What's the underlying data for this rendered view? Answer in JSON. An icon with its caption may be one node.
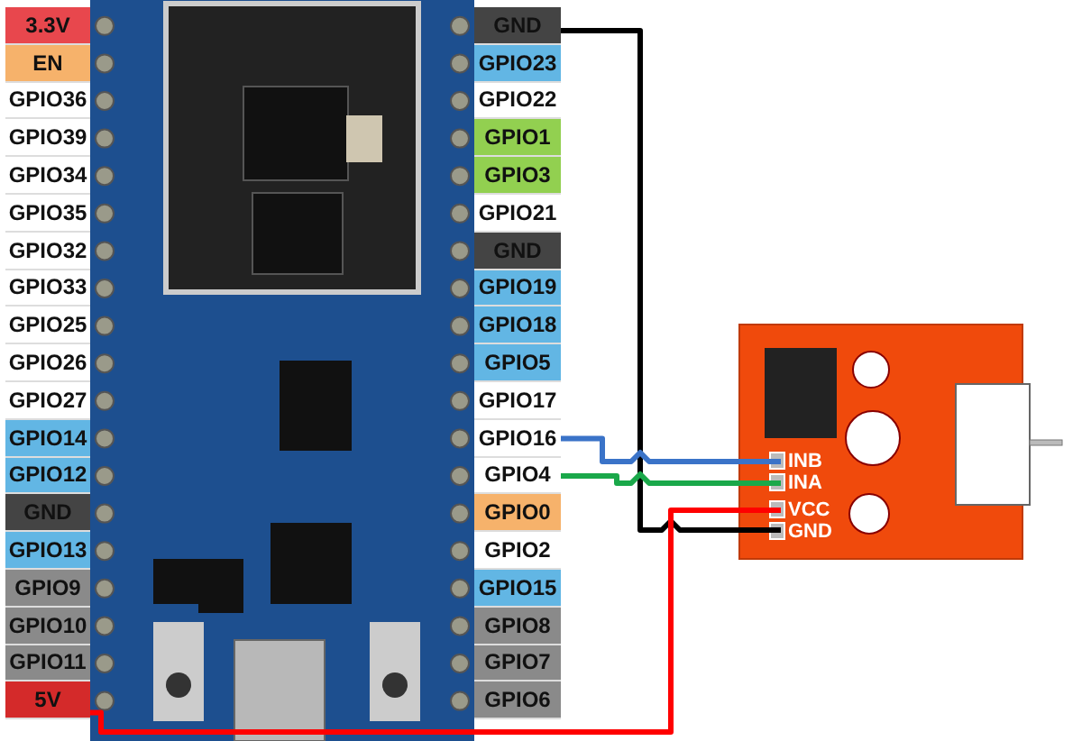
{
  "diagram": {
    "nodes": [
      {
        "text": [
          "3.3V"
        ]
      },
      {
        "text": [
          "EN"
        ]
      },
      {
        "text": [
          "GPIO36"
        ]
      },
      {
        "text": [
          "GPIO39"
        ]
      },
      {
        "text": [
          "GPIO34"
        ]
      },
      {
        "text": [
          "GPIO35"
        ]
      },
      {
        "text": [
          "GPIO32"
        ]
      },
      {
        "text": [
          "GPIO33"
        ]
      },
      {
        "text": [
          "GPIO25"
        ]
      },
      {
        "text": [
          "GPIO26"
        ]
      },
      {
        "text": [
          "GPIO27"
        ]
      },
      {
        "text": [
          "GPIO14"
        ]
      },
      {
        "text": [
          "GPIO12"
        ]
      },
      {
        "text": [
          "GND"
        ]
      },
      {
        "text": [
          "GPIO13"
        ]
      },
      {
        "text": [
          "GPIO9"
        ]
      },
      {
        "text": [
          "GPIO10"
        ]
      },
      {
        "text": [
          "GPIO11"
        ]
      },
      {
        "text": [
          "5V"
        ]
      },
      {
        "text": [
          "GND"
        ]
      },
      {
        "text": [
          "GPIO23"
        ]
      },
      {
        "text": [
          "GPIO22"
        ]
      },
      {
        "text": [
          "GPIO1"
        ]
      },
      {
        "text": [
          "GPIO3"
        ]
      },
      {
        "text": [
          "GPIO21"
        ]
      },
      {
        "text": [
          "GND"
        ]
      },
      {
        "text": [
          "GPIO19"
        ]
      },
      {
        "text": [
          "GPIO18"
        ]
      },
      {
        "text": [
          "GPIO5"
        ]
      },
      {
        "text": [
          "GPIO17"
        ]
      },
      {
        "text": [
          "GPIO16"
        ]
      },
      {
        "text": [
          "GPIO4"
        ]
      },
      {
        "text": [
          "GPIO0"
        ]
      },
      {
        "text": [
          "GPIO2"
        ]
      },
      {
        "text": [
          "GPIO15"
        ]
      },
      {
        "text": [
          "GPIO8"
        ]
      },
      {
        "text": [
          "GPIO7"
        ]
      },
      {
        "text": [
          "GPIO6"
        ]
      },
      {
        "text": [
          "INB"
        ]
      },
      {
        "text": [
          "INA"
        ]
      },
      {
        "text": [
          "VCC"
        ]
      },
      {
        "text": [
          "GND"
        ]
      }
    ],
    "edges": [
      {
        "from": 19,
        "to": 41,
        "arrow": "none",
        "color": "#000000"
      },
      {
        "from": 30,
        "to": 38,
        "arrow": "none",
        "color": "#3a73c8"
      },
      {
        "from": 31,
        "to": 39,
        "arrow": "none",
        "color": "#1aa84a"
      },
      {
        "from": 18,
        "to": 40,
        "arrow": "none",
        "color": "#ff0000"
      }
    ]
  }
}
